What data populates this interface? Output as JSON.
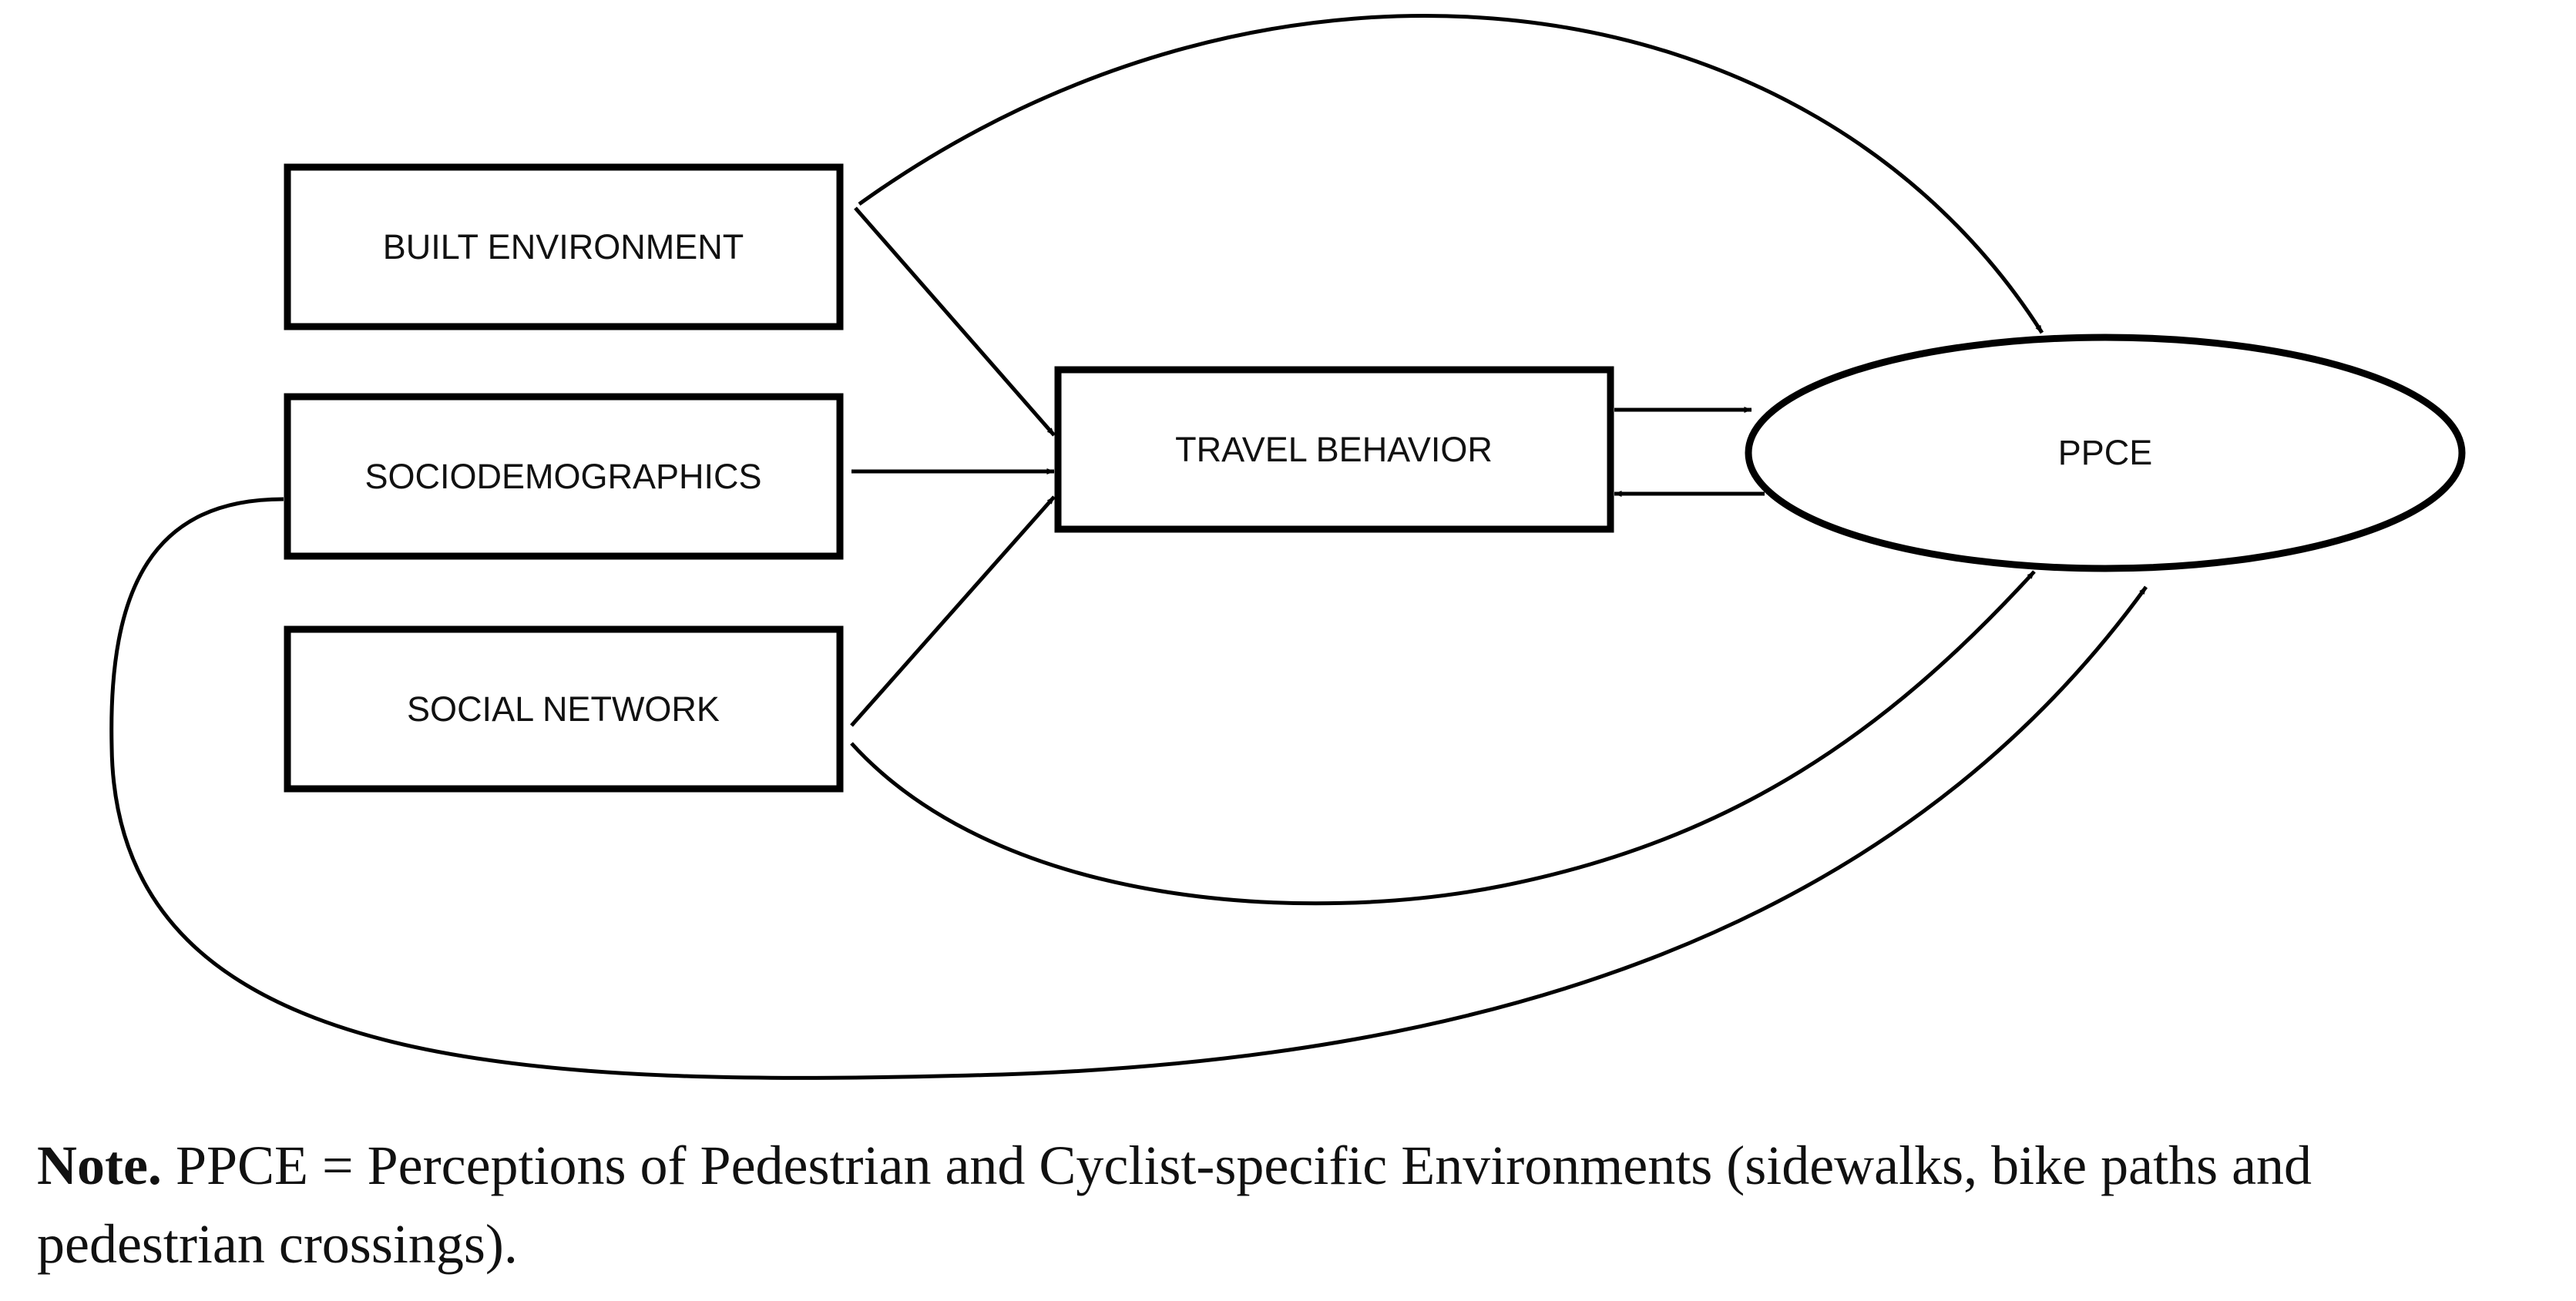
{
  "nodes": {
    "built_environment": "BUILT ENVIRONMENT",
    "sociodemographics": "SOCIODEMOGRAPHICS",
    "social_network": "SOCIAL NETWORK",
    "travel_behavior": "TRAVEL BEHAVIOR",
    "ppce": "PPCE"
  },
  "edges": [
    {
      "from": "BUILT ENVIRONMENT",
      "to": "TRAVEL BEHAVIOR"
    },
    {
      "from": "BUILT ENVIRONMENT",
      "to": "PPCE"
    },
    {
      "from": "SOCIODEMOGRAPHICS",
      "to": "TRAVEL BEHAVIOR"
    },
    {
      "from": "SOCIODEMOGRAPHICS",
      "to": "PPCE"
    },
    {
      "from": "SOCIAL NETWORK",
      "to": "TRAVEL BEHAVIOR"
    },
    {
      "from": "SOCIAL NETWORK",
      "to": "PPCE"
    },
    {
      "from": "TRAVEL BEHAVIOR",
      "to": "PPCE"
    },
    {
      "from": "PPCE",
      "to": "TRAVEL BEHAVIOR"
    }
  ],
  "note": {
    "label": "Note.",
    "text": " PPCE = Perceptions of Pedestrian and Cyclist-specific Environments (sidewalks, bike paths and pedestrian crossings)."
  },
  "colors": {
    "stroke": "#000000",
    "text": "#111111",
    "background": "#ffffff"
  }
}
